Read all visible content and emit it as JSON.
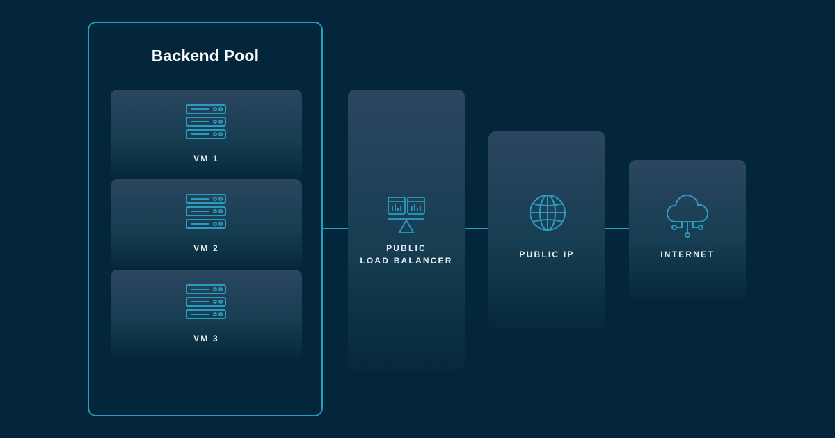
{
  "pool": {
    "title": "Backend Pool",
    "vms": [
      {
        "label": "VM 1",
        "icon": "server-rack-icon"
      },
      {
        "label": "VM 2",
        "icon": "server-rack-icon"
      },
      {
        "label": "VM 3",
        "icon": "server-rack-icon"
      }
    ]
  },
  "load_balancer": {
    "label_line1": "PUBLIC",
    "label_line2": "LOAD BALANCER",
    "icon": "load-balancer-icon"
  },
  "public_ip": {
    "label": "PUBLIC IP",
    "icon": "globe-icon"
  },
  "internet": {
    "label": "INTERNET",
    "icon": "cloud-network-icon"
  },
  "colors": {
    "background": "#03263a",
    "accent": "#2a9cc0",
    "text": "#e6eef3"
  }
}
